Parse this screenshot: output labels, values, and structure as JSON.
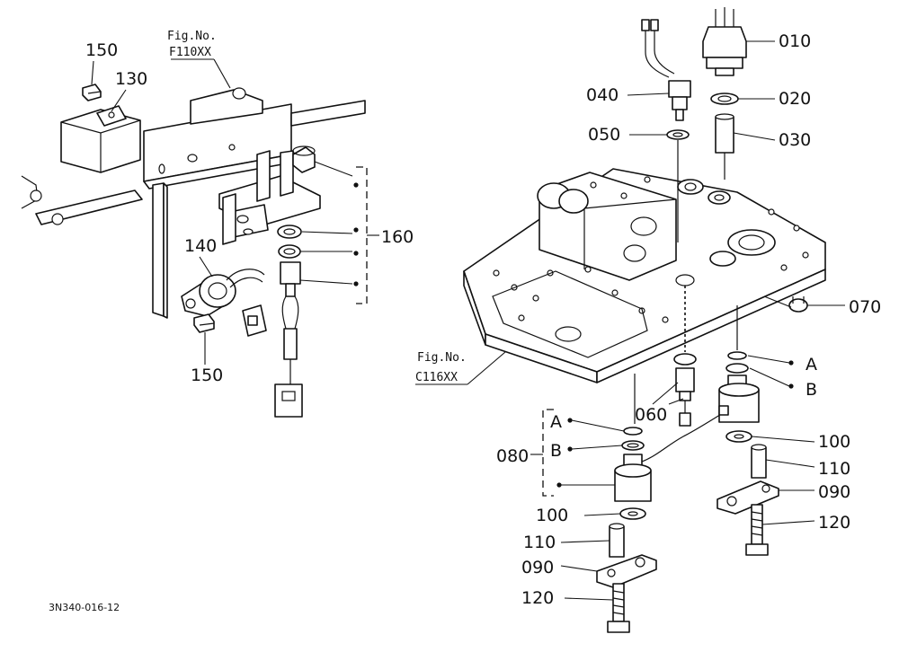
{
  "figure_refs": {
    "upper": {
      "line1": "Fig.No.",
      "line2": "F110XX"
    },
    "lower": {
      "line1": "Fig.No.",
      "line2": "C116XX"
    }
  },
  "callouts": {
    "l150a": "150",
    "l130": "130",
    "l140": "140",
    "l150b": "150",
    "l160": "160",
    "l010": "010",
    "l020": "020",
    "l030": "030",
    "l040": "040",
    "l050": "050",
    "l060": "060",
    "l070": "070",
    "l080": "080",
    "l090a": "090",
    "l090b": "090",
    "l100a": "100",
    "l100b": "100",
    "l110a": "110",
    "l110b": "110",
    "l120a": "120",
    "l120b": "120",
    "lA1": "A",
    "lB1": "B",
    "lA2": "A",
    "lB2": "B"
  },
  "drawing_code": "3N340-016-12"
}
